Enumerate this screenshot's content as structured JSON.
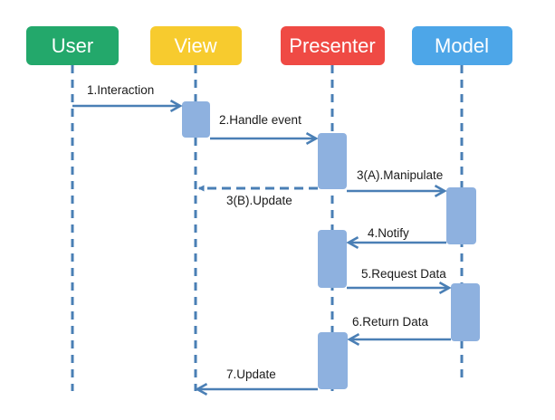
{
  "diagram": {
    "colors": {
      "user": "#23A86B",
      "view": "#F7CB2E",
      "presenter": "#EF4A44",
      "model": "#4DA6E8",
      "lifeline": "#4A7FB5",
      "arrow": "#4A7FB5",
      "activation": "#8EB1DF"
    },
    "actors": [
      {
        "id": "user",
        "label": "User"
      },
      {
        "id": "view",
        "label": "View"
      },
      {
        "id": "presenter",
        "label": "Presenter"
      },
      {
        "id": "model",
        "label": "Model"
      }
    ],
    "messages": [
      {
        "label": "1.Interaction"
      },
      {
        "label": "2.Handle event"
      },
      {
        "label": "3(A).Manipulate"
      },
      {
        "label": "3(B).Update"
      },
      {
        "label": "4.Notify"
      },
      {
        "label": "5.Request Data"
      },
      {
        "label": "6.Return Data"
      },
      {
        "label": "7.Update"
      }
    ]
  }
}
